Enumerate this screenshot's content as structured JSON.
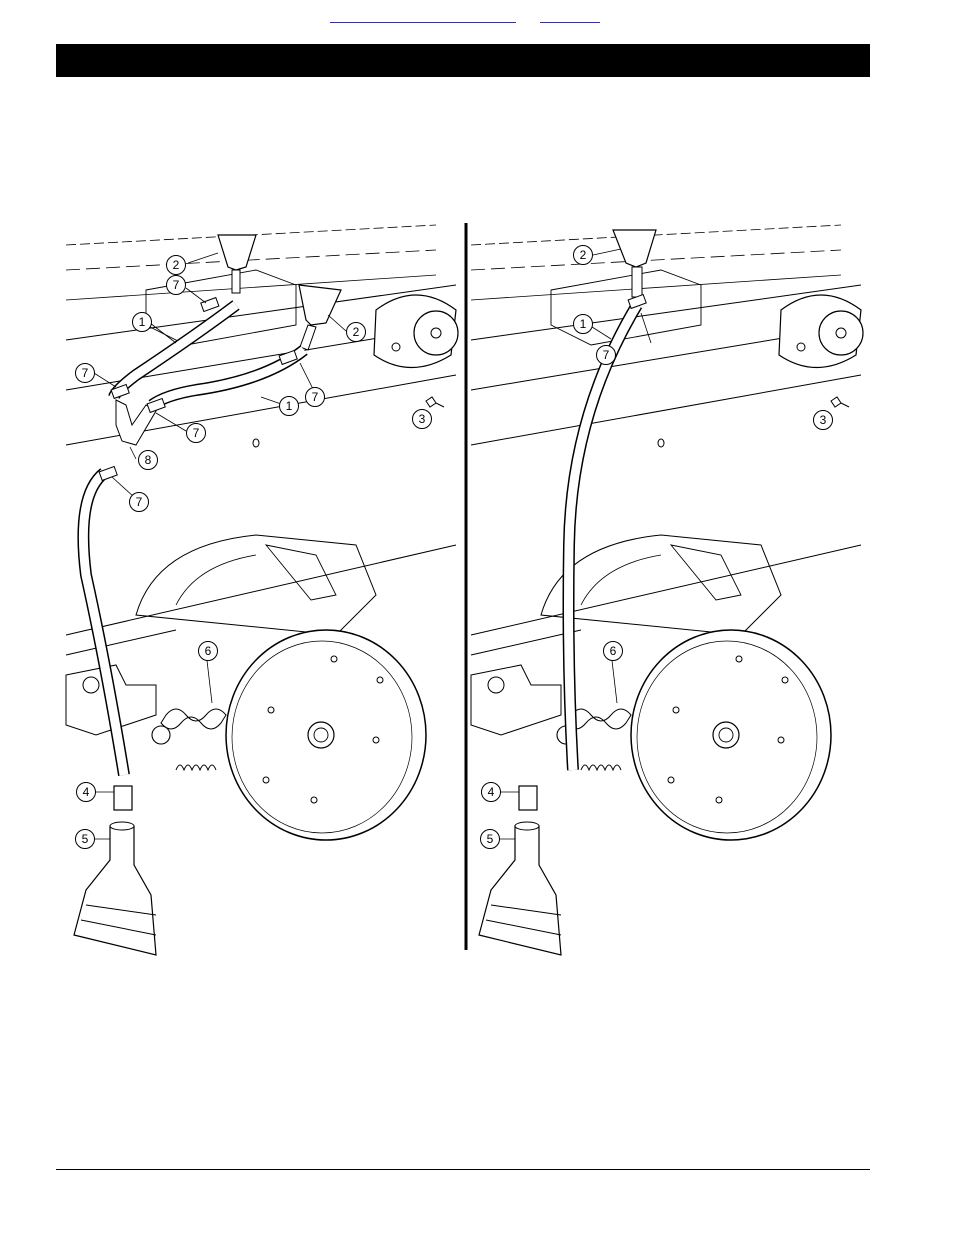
{
  "header": {
    "links": [
      "",
      ""
    ],
    "title": ""
  },
  "figure": {
    "panels": [
      {
        "name": "dual-hose-setup",
        "callouts": [
          "2",
          "7",
          "1",
          "2",
          "7",
          "1",
          "7",
          "7",
          "3",
          "8",
          "7",
          "6",
          "4",
          "5"
        ]
      },
      {
        "name": "single-hose-setup",
        "callouts": [
          "2",
          "1",
          "7",
          "3",
          "6",
          "4",
          "5"
        ]
      }
    ]
  }
}
